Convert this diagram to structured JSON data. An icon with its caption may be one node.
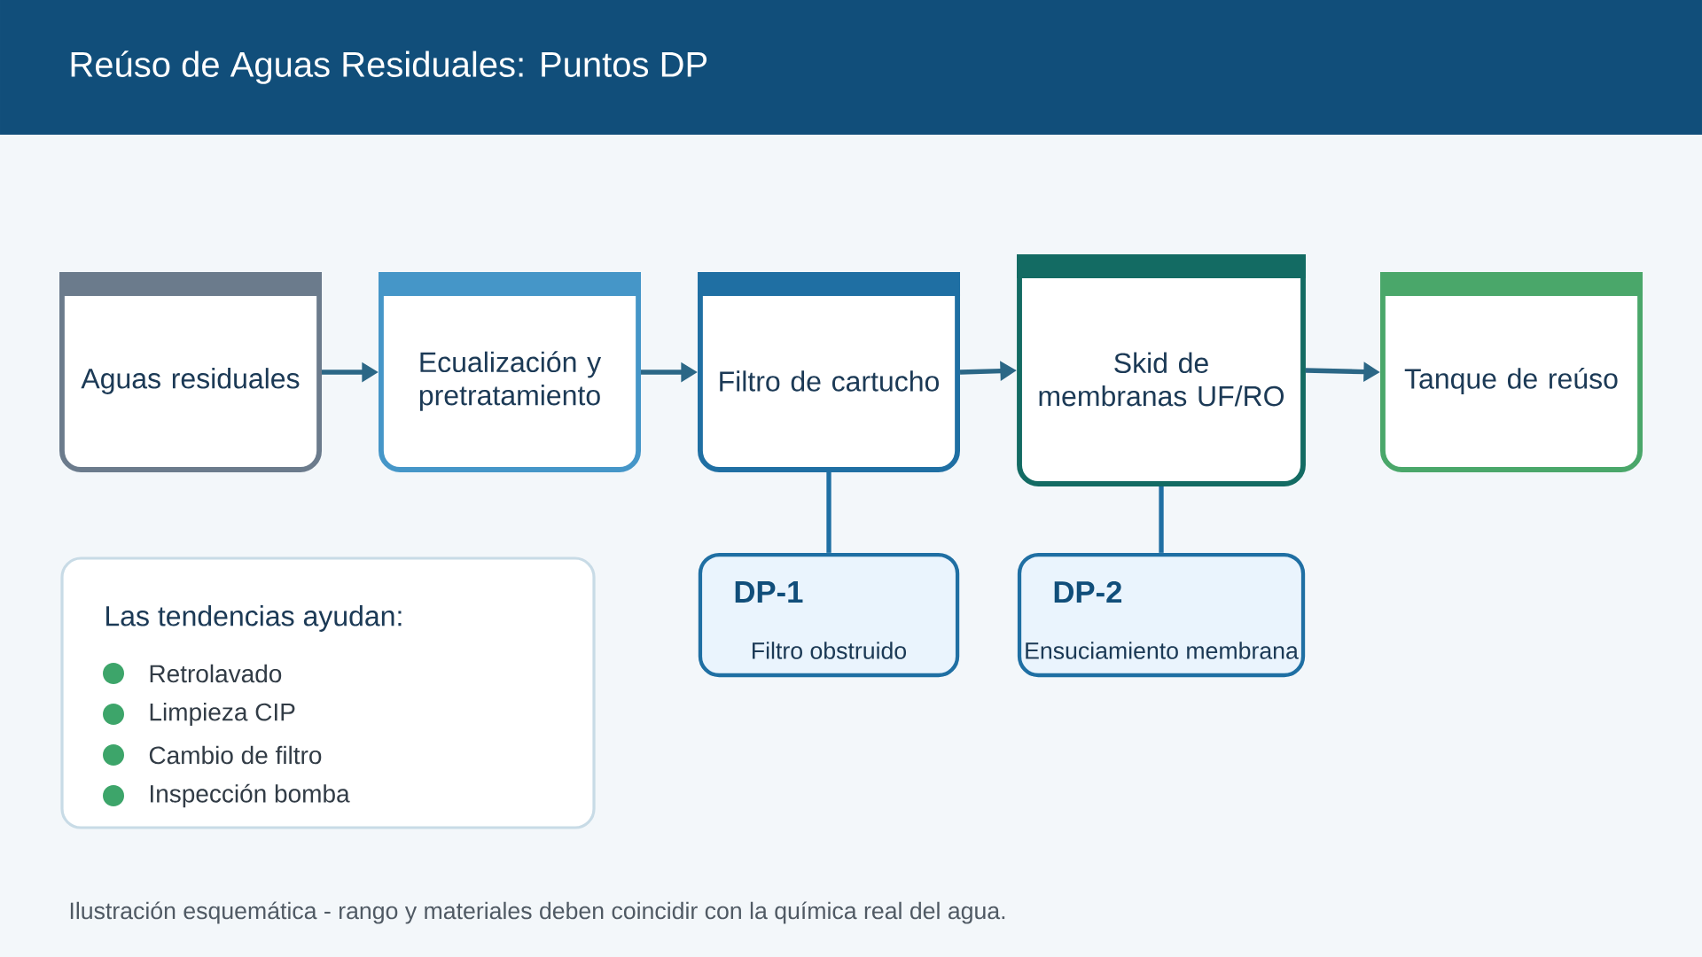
{
  "diagram": {
    "title": "Reúso de Aguas Residuales: Puntos DP",
    "caption": "Ilustración esquemática - rango y materiales deben coincidir con la química real del agua.",
    "nodes": [
      {
        "text": [
          "Aguas residuales"
        ]
      },
      {
        "text": [
          "Ecualización y pretratamiento"
        ]
      },
      {
        "text": [
          "Filtro de cartucho"
        ]
      },
      {
        "text": [
          "Skid de membranas UF/RO"
        ]
      },
      {
        "text": [
          "Tanque de reúso"
        ]
      },
      {
        "text": [
          "DP-1",
          "Filtro obstruido"
        ]
      },
      {
        "text": [
          "DP-2",
          "Ensuciamiento membrana"
        ]
      },
      {
        "text": [
          "Las tendencias ayudan:",
          "Retrolavado",
          "Limpieza CIP",
          "Cambio de filtro",
          "Inspección bomba"
        ]
      }
    ],
    "edges": [
      {
        "from": 0,
        "to": 1,
        "arrow": "to"
      },
      {
        "from": 1,
        "to": 2,
        "arrow": "to"
      },
      {
        "from": 2,
        "to": 3,
        "arrow": "to"
      },
      {
        "from": 3,
        "to": 4,
        "arrow": "to"
      },
      {
        "from": 2,
        "to": 5,
        "arrow": "none"
      },
      {
        "from": 3,
        "to": 6,
        "arrow": "none"
      }
    ]
  }
}
